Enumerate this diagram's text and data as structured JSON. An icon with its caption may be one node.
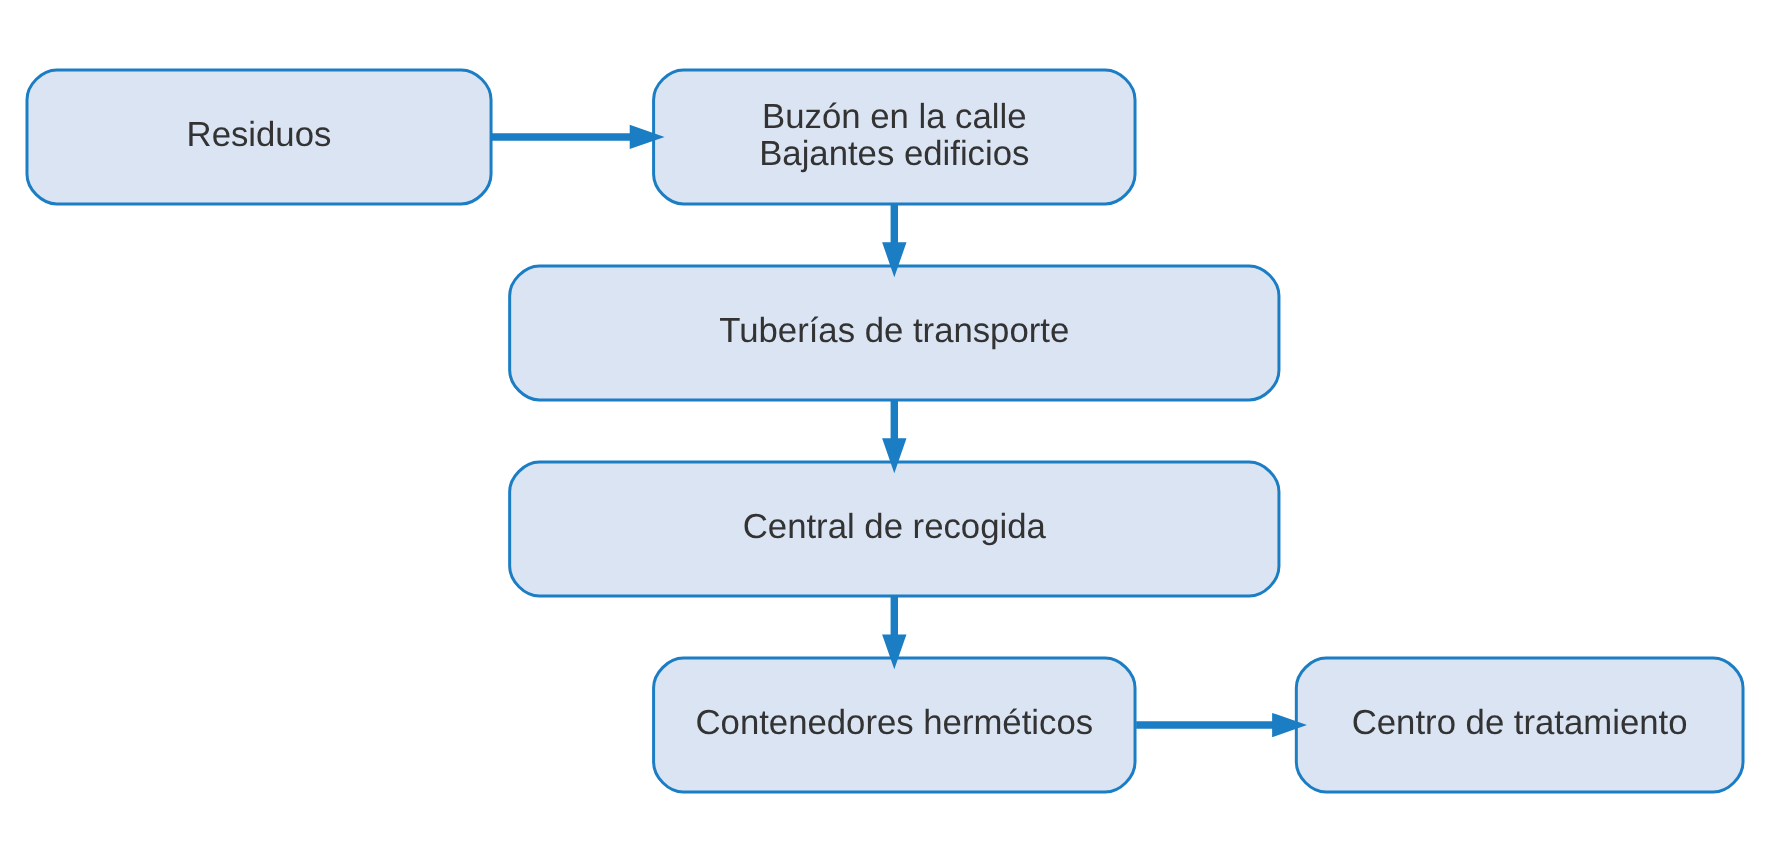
{
  "diagram": {
    "nodes": [
      {
        "text": [
          "Residuos"
        ]
      },
      {
        "text": [
          "Buzón en la calle",
          "Bajantes edificios"
        ]
      },
      {
        "text": [
          "Tuberías de transporte"
        ]
      },
      {
        "text": [
          "Central de recogida"
        ]
      },
      {
        "text": [
          "Contenedores herméticos"
        ]
      },
      {
        "text": [
          "Centro de tratamiento"
        ]
      }
    ],
    "edges": [
      {
        "from": 0,
        "to": 1,
        "arrow": "to"
      },
      {
        "from": 1,
        "to": 2,
        "arrow": "to"
      },
      {
        "from": 2,
        "to": 3,
        "arrow": "to"
      },
      {
        "from": 3,
        "to": 4,
        "arrow": "to"
      },
      {
        "from": 4,
        "to": 5,
        "arrow": "to"
      }
    ]
  }
}
